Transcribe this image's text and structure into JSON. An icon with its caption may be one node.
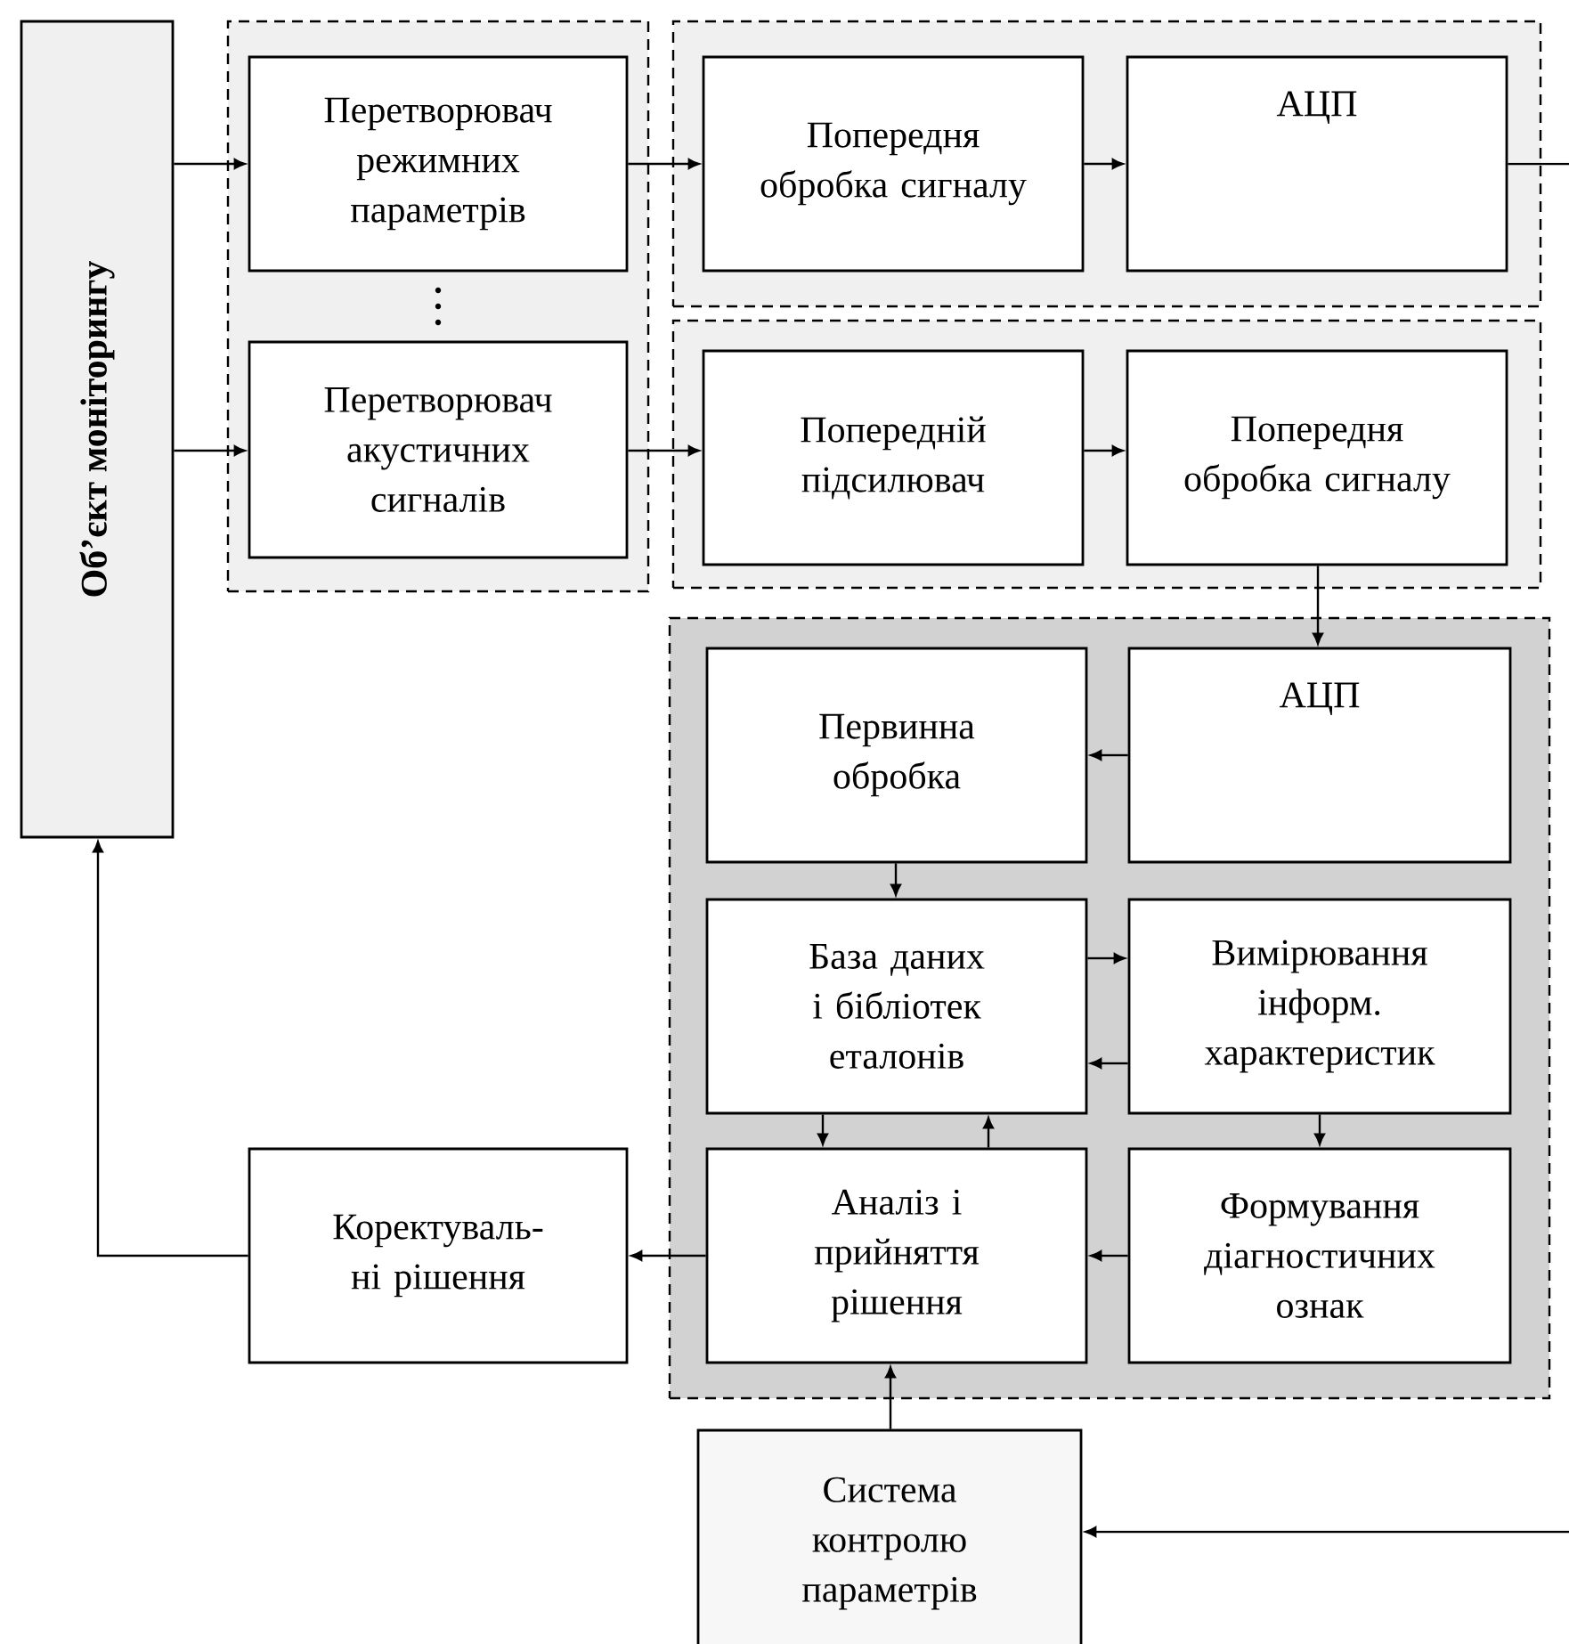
{
  "diagram": {
    "nodes": [
      {
        "text": [
          "Об’єкт моніторингу"
        ]
      },
      {
        "text": [],
        "shape": "box"
      },
      {
        "text": [
          "Перетворювач режимних параметрів"
        ],
        "in": 1
      },
      {
        "text": [
          "Перетворювач акустичних сигналів"
        ],
        "in": 1
      },
      {
        "text": [],
        "shape": "box"
      },
      {
        "text": [
          "Попередня обробка сигналу"
        ],
        "in": 4
      },
      {
        "text": [
          "АЦП"
        ],
        "in": 4
      },
      {
        "text": [],
        "shape": "box"
      },
      {
        "text": [
          "Попередній підсилювач"
        ],
        "in": 7
      },
      {
        "text": [
          "Попередня обробка сигналу"
        ],
        "in": 7
      },
      {
        "text": [],
        "shape": "box"
      },
      {
        "text": [
          "Первинна обробка"
        ],
        "in": 10
      },
      {
        "text": [
          "АЦП"
        ],
        "in": 10
      },
      {
        "text": [
          "База даних і бібліотек еталонів"
        ],
        "in": 10
      },
      {
        "text": [
          "Вимірювання інформ. характеристик"
        ],
        "in": 10
      },
      {
        "text": [
          "Аналіз і прийняття рішення"
        ],
        "in": 10
      },
      {
        "text": [
          "Формування діагностичних ознак"
        ],
        "in": 10
      },
      {
        "text": [
          "Коректуваль- ні рішення"
        ]
      },
      {
        "text": [
          "Система контролю параметрів"
        ]
      }
    ],
    "edges": [
      {
        "from": 0,
        "to": 2,
        "arrow": "to"
      },
      {
        "from": 0,
        "to": 3,
        "arrow": "to"
      },
      {
        "from": 2,
        "to": 5,
        "arrow": "to"
      },
      {
        "from": 3,
        "to": 8,
        "arrow": "to"
      },
      {
        "from": 5,
        "to": 6,
        "arrow": "to"
      },
      {
        "from": 6,
        "to": null,
        "arrow": "none"
      },
      {
        "from": 8,
        "to": 9,
        "arrow": "to"
      },
      {
        "from": 9,
        "to": 12,
        "arrow": "to"
      },
      {
        "from": 12,
        "to": 11,
        "arrow": "to"
      },
      {
        "from": 11,
        "to": 13,
        "arrow": "to"
      },
      {
        "from": 13,
        "to": 14,
        "arrow": "to"
      },
      {
        "from": 14,
        "to": 13,
        "arrow": "to"
      },
      {
        "from": 13,
        "to": 15,
        "arrow": "to"
      },
      {
        "from": 15,
        "to": 13,
        "arrow": "to"
      },
      {
        "from": 14,
        "to": 16,
        "arrow": "to"
      },
      {
        "from": 16,
        "to": 15,
        "arrow": "to"
      },
      {
        "from": 15,
        "to": 17,
        "arrow": "to"
      },
      {
        "from": 17,
        "to": 0,
        "arrow": "to"
      },
      {
        "from": 18,
        "to": 15,
        "arrow": "to"
      },
      {
        "from": null,
        "to": 18,
        "arrow": "to"
      }
    ]
  }
}
